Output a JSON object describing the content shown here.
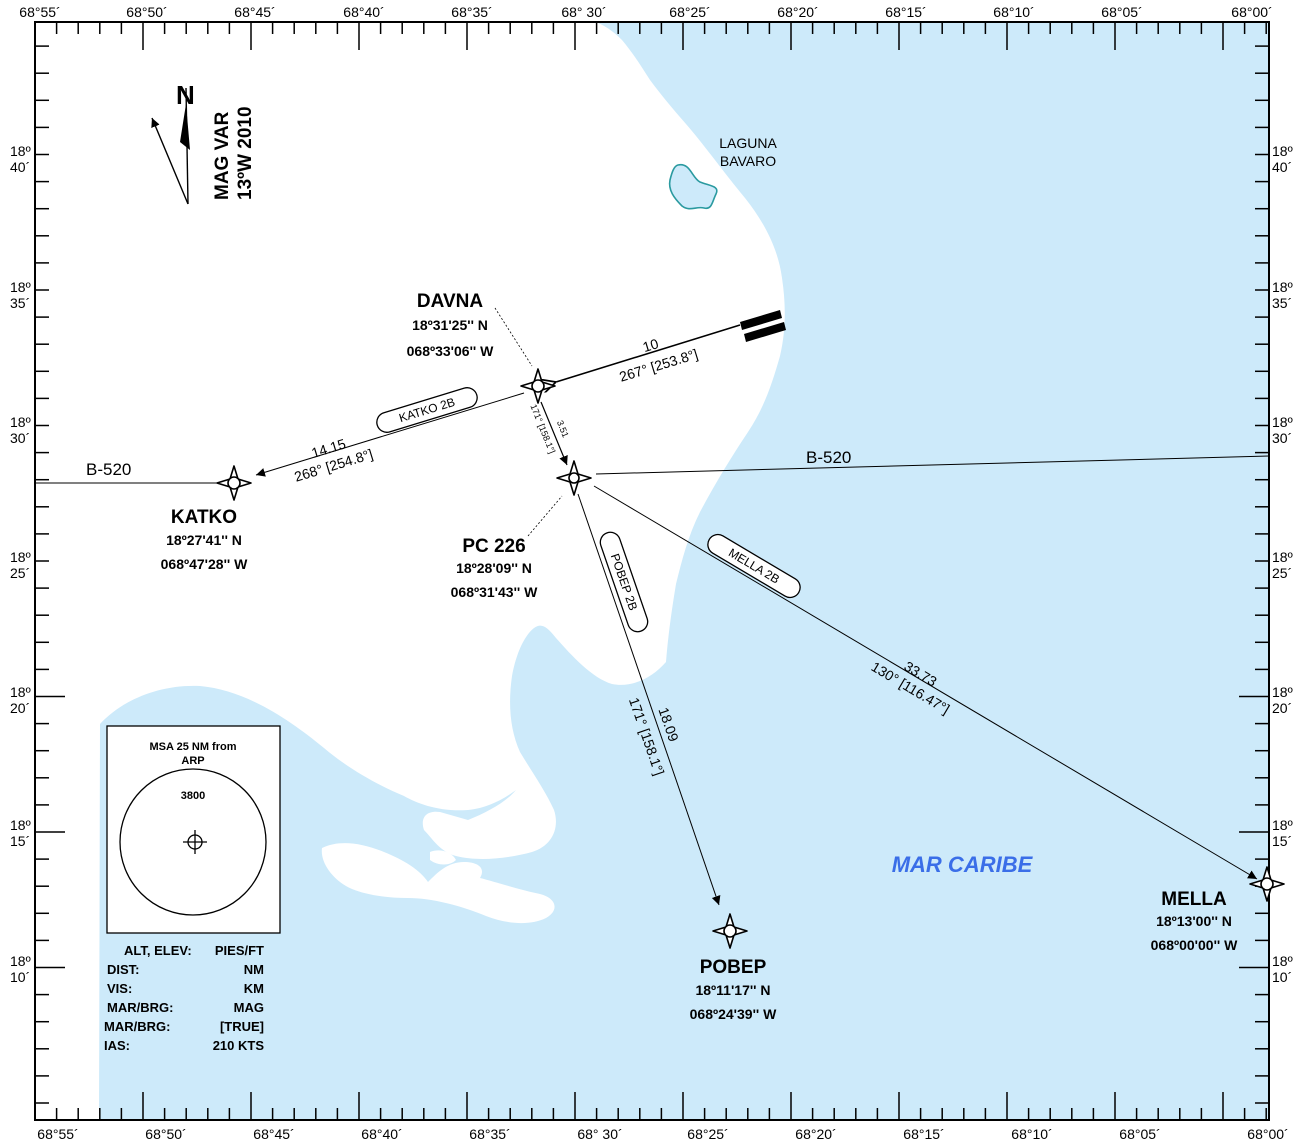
{
  "longitude_labels": [
    "68°55´",
    "68°50´",
    "68°45´",
    "68°40´",
    "68°35´",
    "68° 30´",
    "68°25´",
    "68°20´",
    "68°15´",
    "68°10´",
    "68°05´",
    "68°00´"
  ],
  "latitude_labels": [
    {
      "deg": "18º",
      "min": "40´"
    },
    {
      "deg": "18º",
      "min": "35´"
    },
    {
      "deg": "18º",
      "min": "30´"
    },
    {
      "deg": "18º",
      "min": "25´"
    },
    {
      "deg": "18º",
      "min": "20´"
    },
    {
      "deg": "18º",
      "min": "15´"
    },
    {
      "deg": "18º",
      "min": "10´"
    }
  ],
  "north": {
    "letter": "N",
    "var_line1": "MAG VAR",
    "var_line2": "13ºW 2010"
  },
  "places": {
    "laguna_line1": "LAGUNA",
    "laguna_line2": "BAVARO",
    "sea": "MAR CARIBE"
  },
  "fixes": {
    "davna": {
      "name": "DAVNA",
      "lat": "18º31'25'' N",
      "lon": "068º33'06'' W"
    },
    "katko": {
      "name": "KATKO",
      "lat": "18º27'41'' N",
      "lon": "068º47'28'' W"
    },
    "pc226": {
      "name": "PC 226",
      "lat": "18º28'09'' N",
      "lon": "068º31'43'' W"
    },
    "pobep": {
      "name": "POBEP",
      "lat": "18º11'17'' N",
      "lon": "068º24'39'' W"
    },
    "mella": {
      "name": "MELLA",
      "lat": "18º13'00'' N",
      "lon": "068º00'00'' W"
    }
  },
  "legs": {
    "rwy_davna": {
      "dist": "10",
      "brg": "267° [253.8°]"
    },
    "davna_katko": {
      "dist": "14.15",
      "brg": "268° [254.8°]"
    },
    "davna_pc226": {
      "dist": "3.51",
      "brg": "171° [158.1°]"
    },
    "pc226_pobep": {
      "dist": "18.09",
      "brg": "171° [158.1°]"
    },
    "pc226_mella": {
      "dist": "33.73",
      "brg": "130° [116.47°]"
    }
  },
  "routes": {
    "katko": "KATKO 2B",
    "pobep": "POBEP 2B",
    "mella": "MELLA 2B"
  },
  "airway": "B-520",
  "msa": {
    "title_line1": "MSA 25 NM from",
    "title_line2": "ARP",
    "alt": "3800"
  },
  "legend": [
    {
      "label": "ALT, ELEV:",
      "value": "PIES/FT"
    },
    {
      "label": "DIST:",
      "value": "NM"
    },
    {
      "label": "VIS:",
      "value": "KM"
    },
    {
      "label": "MAR/BRG:",
      "value": "MAG"
    },
    {
      "label": "MAR/BRG:",
      "value": "[TRUE]"
    },
    {
      "label": "IAS:",
      "value": "210 KTS"
    }
  ],
  "colors": {
    "sea": "#cdeafa",
    "lagoon": "#2a9aa0",
    "sea_label": "#3a6ee8",
    "ink": "#000000"
  }
}
